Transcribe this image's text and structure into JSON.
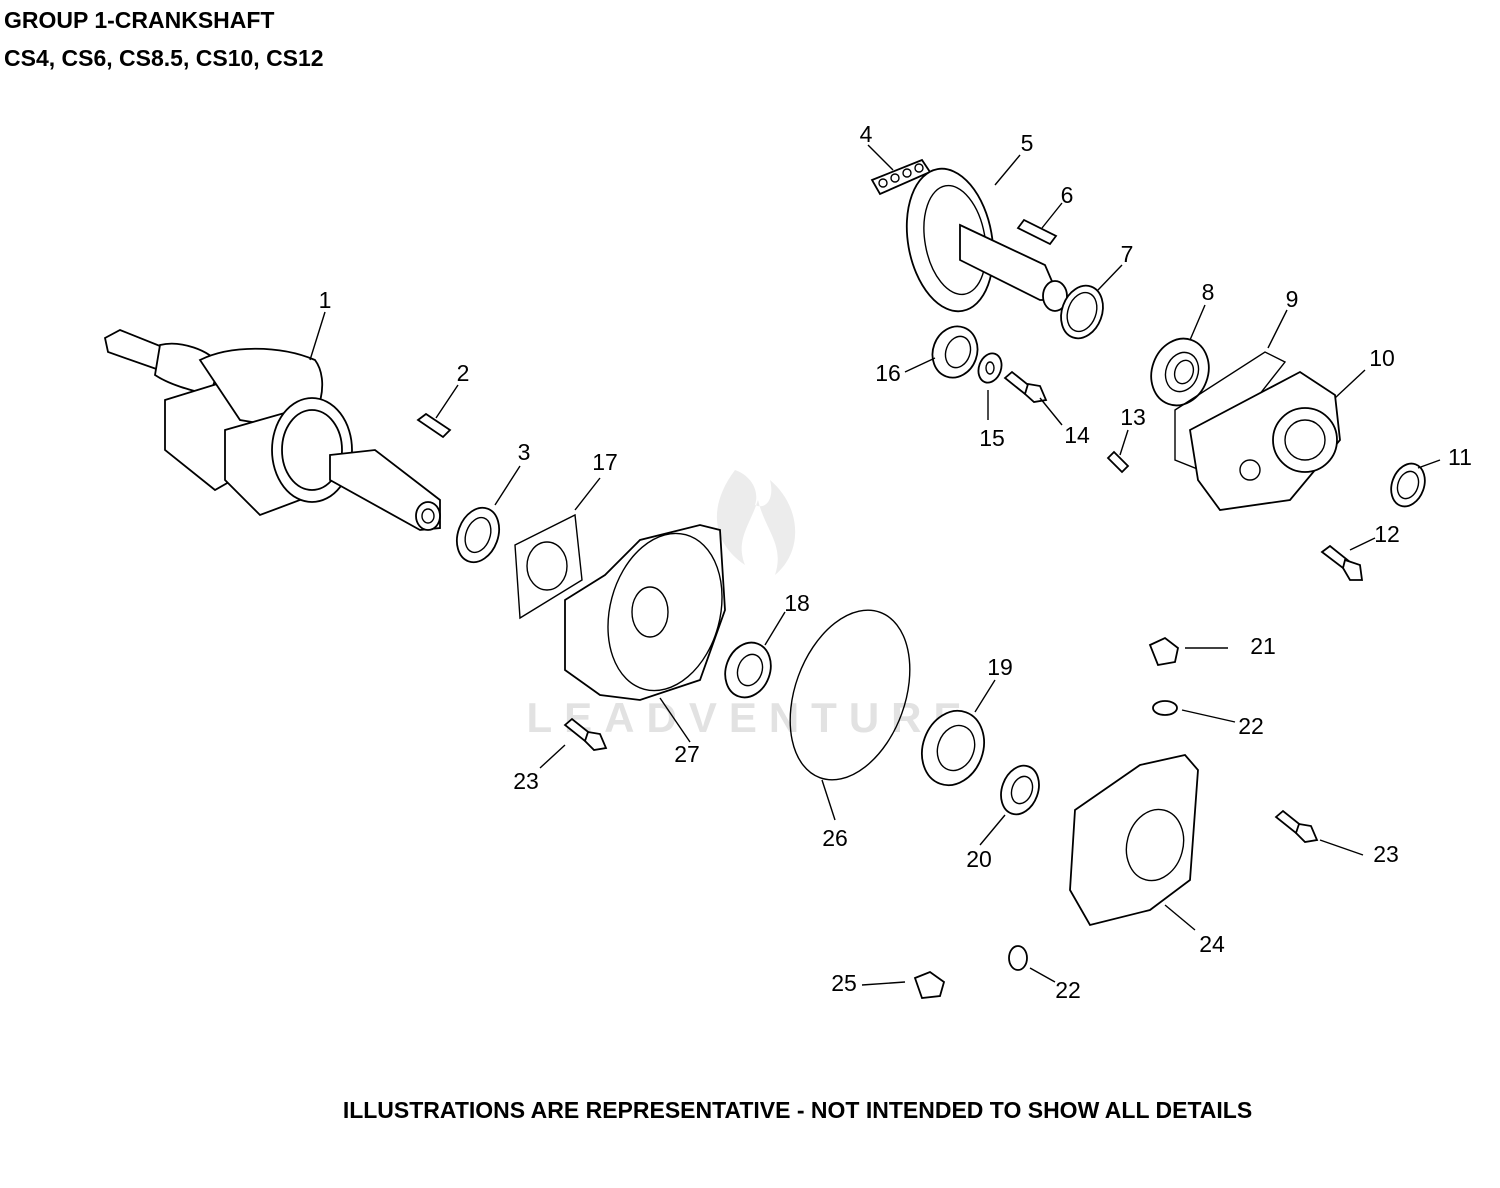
{
  "header": {
    "title": "GROUP 1-CRANKSHAFT",
    "models": "CS4, CS6, CS8.5, CS10, CS12"
  },
  "footer": {
    "note": "ILLUSTRATIONS ARE REPRESENTATIVE - NOT INTENDED TO SHOW ALL DETAILS"
  },
  "watermark": {
    "text": "LEADVENTURE",
    "color": "#e2e2e2"
  },
  "callouts": [
    "1",
    "2",
    "3",
    "4",
    "5",
    "6",
    "7",
    "8",
    "9",
    "10",
    "11",
    "12",
    "13",
    "14",
    "15",
    "16",
    "17",
    "18",
    "19",
    "20",
    "21",
    "22",
    "22",
    "23",
    "23",
    "24",
    "25",
    "26",
    "27"
  ]
}
